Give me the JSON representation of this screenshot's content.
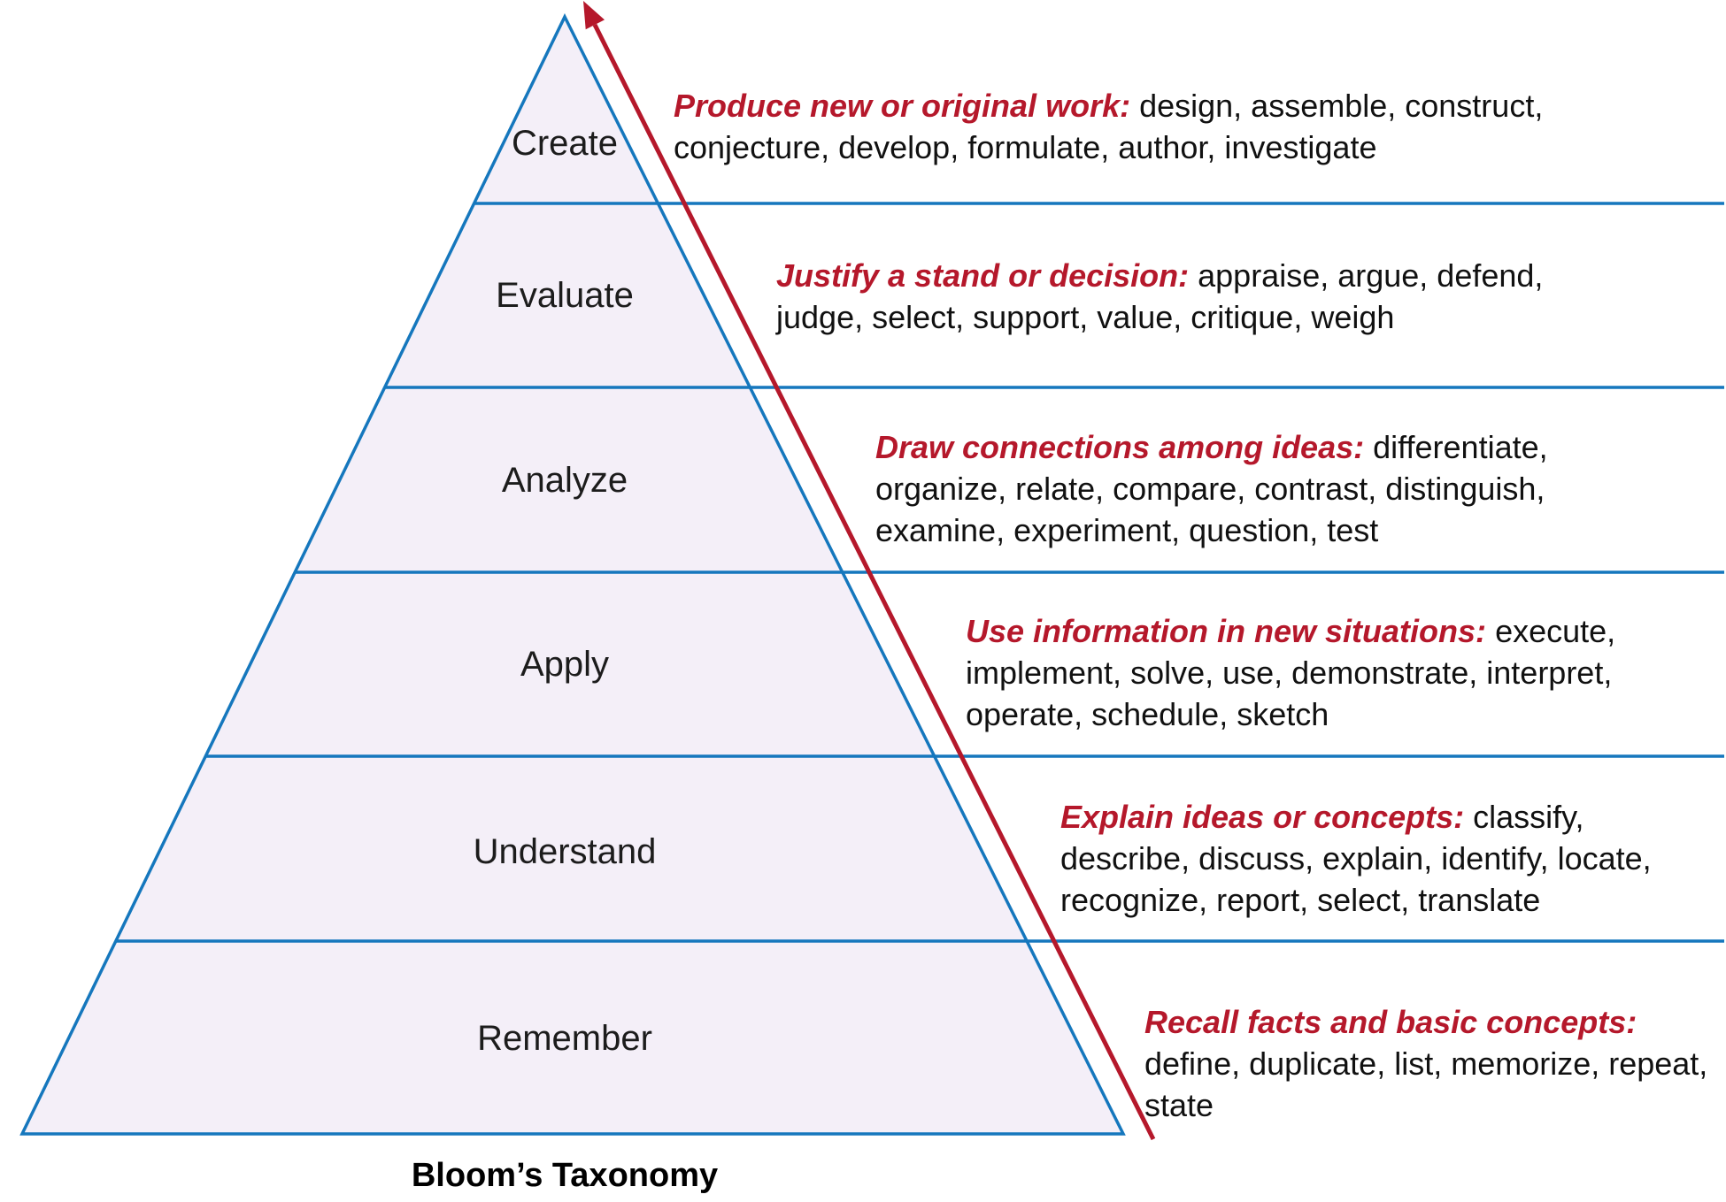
{
  "title": "Bloom’s Taxonomy",
  "colors": {
    "blue": "#1577bd",
    "red": "#b5182b",
    "pyramid_fill": "#f4eff8",
    "text": "#111111"
  },
  "levels": [
    {
      "label": "Create",
      "lead": "Produce new or original work:",
      "body": "design, assemble, construct, conjecture, develop, formulate, author, investigate"
    },
    {
      "label": "Evaluate",
      "lead": "Justify a stand or decision:",
      "body": "appraise, argue, defend, judge, select, support, value, critique, weigh"
    },
    {
      "label": "Analyze",
      "lead": "Draw connections among ideas:",
      "body": "differentiate, organize, relate, compare, contrast, distinguish, examine, experiment, question, test"
    },
    {
      "label": "Apply",
      "lead": "Use information in new situations:",
      "body": "execute, implement, solve, use, demonstrate, interpret, operate, schedule, sketch"
    },
    {
      "label": "Understand",
      "lead": "Explain ideas or concepts:",
      "body": "classify, describe, discuss, explain, identify, locate, recognize, report, select, translate"
    },
    {
      "label": "Remember",
      "lead": "Recall facts and basic concepts:",
      "body": "define, duplicate, list, memorize, repeat, state"
    }
  ]
}
